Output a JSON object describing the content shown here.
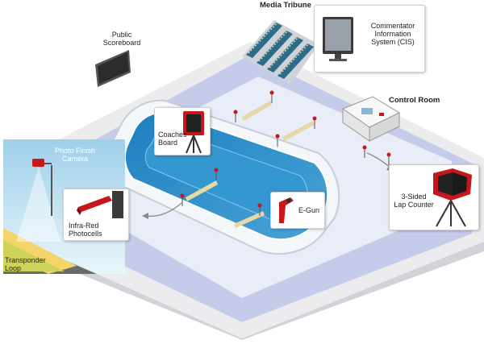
{
  "labels": {
    "public_scoreboard": [
      "Public",
      "Scoreboard"
    ],
    "media_tribune": "Media Tribune",
    "cis": [
      "Commentator",
      "Information",
      "System (CIS)"
    ],
    "control_room": "Control Room",
    "coaches_board": [
      "Coaches",
      "Board"
    ],
    "photo_finish_camera": [
      "Photo Finish",
      "Camera"
    ],
    "infra_red_photocells": [
      "Infra-Red",
      "Photocells"
    ],
    "transponder_loop": [
      "Transponder",
      "Loop"
    ],
    "e_gun": "E-Gun",
    "lap_counter": [
      "3-Sided",
      "Lap Counter"
    ]
  },
  "colors": {
    "track_blue": "#2f8fc9",
    "ice_white": "#eef4f8",
    "floor_lavender": "#c6cbea",
    "accent_red": "#c8161d",
    "camera_panel": "#c4e2f1"
  }
}
